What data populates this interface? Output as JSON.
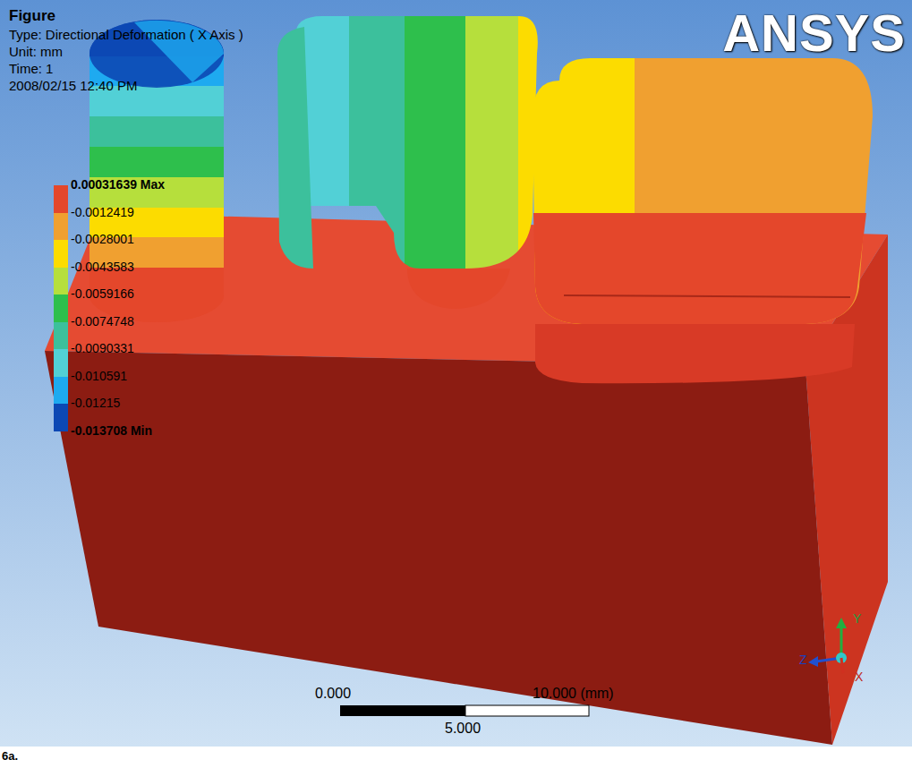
{
  "diagram": {
    "labels": [
      "Figure",
      "Type: Directional Deformation ( X Axis )",
      "Unit: mm",
      "Time: 1",
      "2008/02/15 12:40 PM",
      "ANSYS",
      "0.000",
      "10.000 (mm)",
      "5.000",
      "Y",
      "Z",
      "X",
      "6a."
    ],
    "legend": [
      {
        "text": "0.00031639 Max",
        "color": "#e4472b"
      },
      {
        "text": "-0.0012419",
        "color": "#f0a030"
      },
      {
        "text": "-0.0028001",
        "color": "#fcdc00"
      },
      {
        "text": "-0.0043583",
        "color": "#b6df3c"
      },
      {
        "text": "-0.0059166",
        "color": "#2ebf4c"
      },
      {
        "text": "-0.0074748",
        "color": "#3cc09c"
      },
      {
        "text": "-0.0090331",
        "color": "#52d0d6"
      },
      {
        "text": "-0.010591",
        "color": "#1eaaf0"
      },
      {
        "text": "-0.01215",
        "color": "#0c48b4"
      },
      {
        "text": "-0.013708 Min"
      }
    ]
  }
}
